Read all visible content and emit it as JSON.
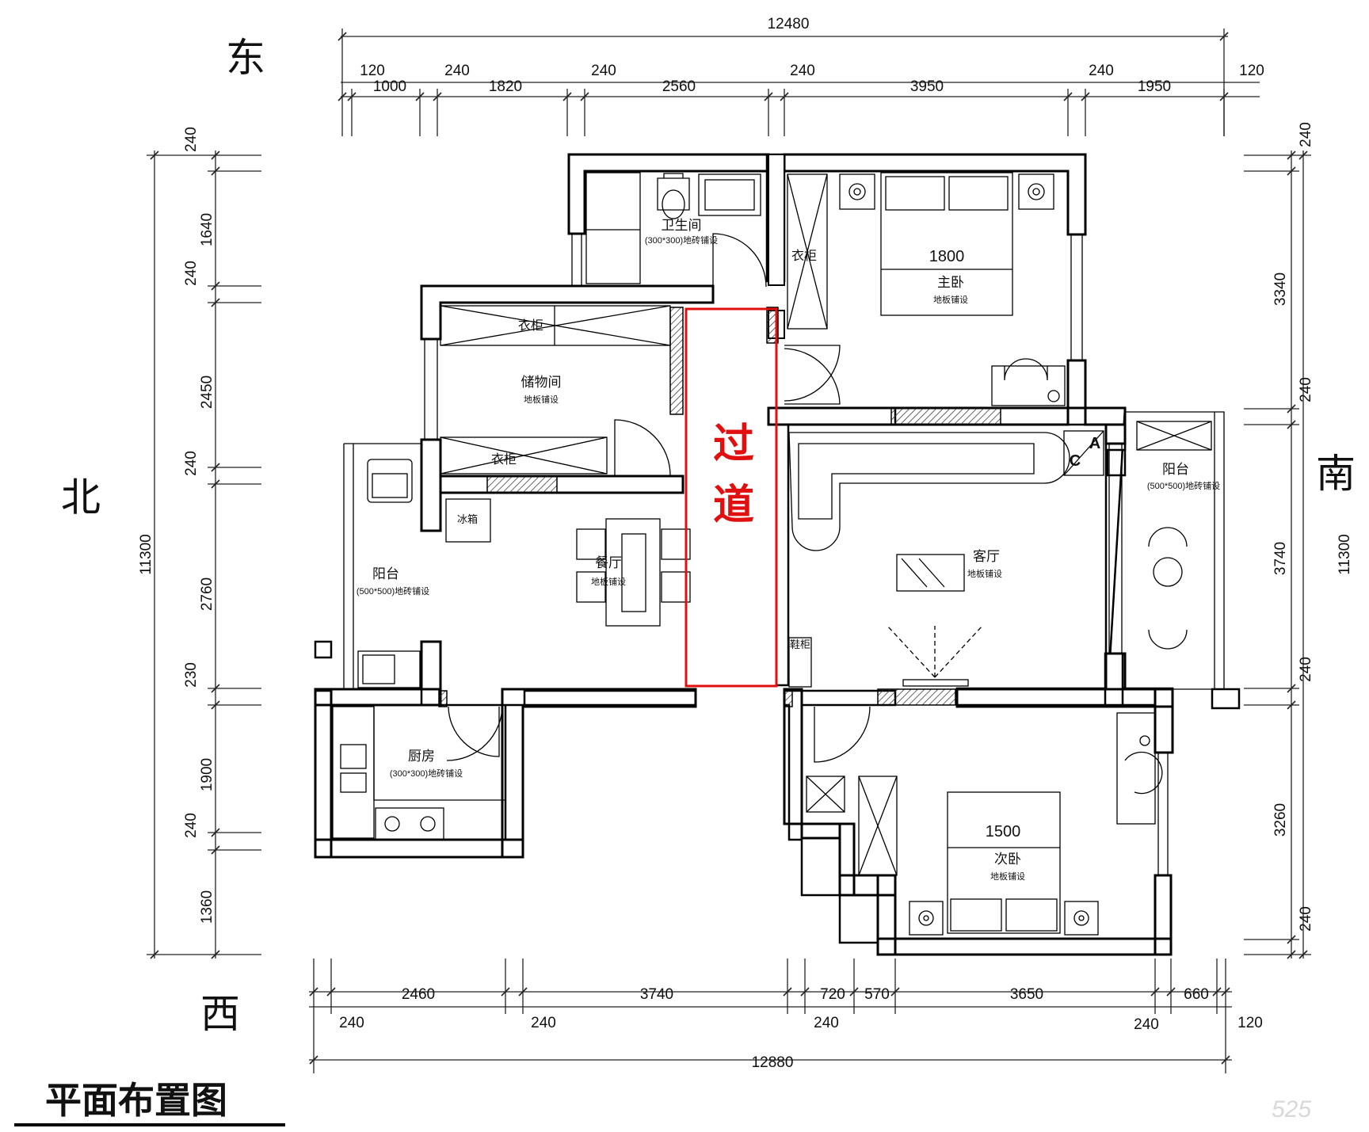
{
  "title": "平面布置图",
  "compass": {
    "east": "东",
    "west": "西",
    "north": "北",
    "south": "南"
  },
  "highlight": {
    "label_1": "过",
    "label_2": "道",
    "color": "#e01010"
  },
  "rooms": {
    "bathroom": {
      "name": "卫生间",
      "floor": "(300*300)地砖铺设"
    },
    "master_bedroom": {
      "name": "主卧",
      "floor": "地板铺设",
      "bed_width": "1800"
    },
    "storage": {
      "name": "储物间",
      "floor": "地板铺设"
    },
    "dining": {
      "name": "餐厅",
      "floor": "地板铺设"
    },
    "living": {
      "name": "客厅",
      "floor": "地板铺设"
    },
    "north_balcony": {
      "name": "阳台",
      "floor": "(500*500)地砖铺设"
    },
    "south_balcony": {
      "name": "阳台",
      "floor": "(500*500)地砖铺设"
    },
    "kitchen": {
      "name": "厨房",
      "floor": "(300*300)地砖铺设"
    },
    "second_bedroom": {
      "name": "次卧",
      "floor": "地板铺设",
      "bed_width": "1500"
    }
  },
  "furniture": {
    "wardrobe_master": "衣柜",
    "wardrobe_storage_top": "衣柜",
    "wardrobe_storage_bottom": "衣柜",
    "fridge": "冰箱",
    "shoe_cabinet": "鞋柜",
    "ac_c": "C",
    "ac_a": "A"
  },
  "dimensions": {
    "top_total": "12480",
    "top_wall": [
      "120",
      "240",
      "240",
      "240",
      "240",
      "120"
    ],
    "top_span": [
      "1000",
      "1820",
      "2560",
      "3950",
      "1950"
    ],
    "bottom_total": "12880",
    "bottom_span": [
      "2460",
      "3740",
      "720",
      "570",
      "3650",
      "660"
    ],
    "bottom_wall": [
      "240",
      "240",
      "240",
      "240",
      "120"
    ],
    "left_total": "11300",
    "left_wall": [
      "240",
      "240",
      "240",
      "230",
      "240"
    ],
    "left_span": [
      "1640",
      "2450",
      "2760",
      "1900",
      "1360"
    ],
    "right_total": "11300",
    "right_span": [
      "3340",
      "3740",
      "3260"
    ],
    "right_wall": [
      "240",
      "240",
      "240",
      "240"
    ]
  },
  "watermark": "525"
}
